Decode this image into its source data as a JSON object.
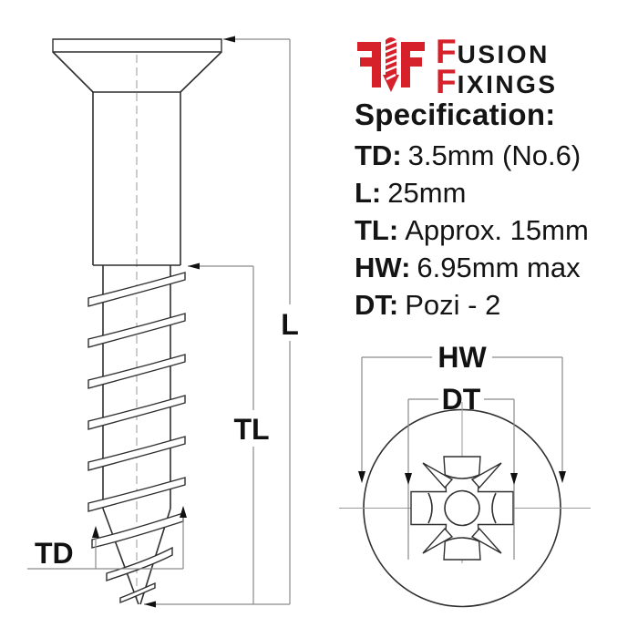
{
  "brand": {
    "line1": {
      "initial": "F",
      "rest": "USION"
    },
    "line2": {
      "initial": "F",
      "rest": "IXINGS"
    },
    "accent_color": "#d6202a"
  },
  "specification": {
    "heading": "Specification:",
    "rows": [
      {
        "label": "TD:",
        "value": "3.5mm (No.6)"
      },
      {
        "label": "L:",
        "value": "25mm"
      },
      {
        "label": "TL:",
        "value": "Approx. 15mm"
      },
      {
        "label": "HW:",
        "value": "6.95mm max"
      },
      {
        "label": "DT:",
        "value": "Pozi - 2"
      }
    ]
  },
  "diagram": {
    "labels": {
      "length": "L",
      "thread_length": "TL",
      "thread_diameter": "TD",
      "head_width": "HW",
      "drive_type": "DT"
    }
  }
}
